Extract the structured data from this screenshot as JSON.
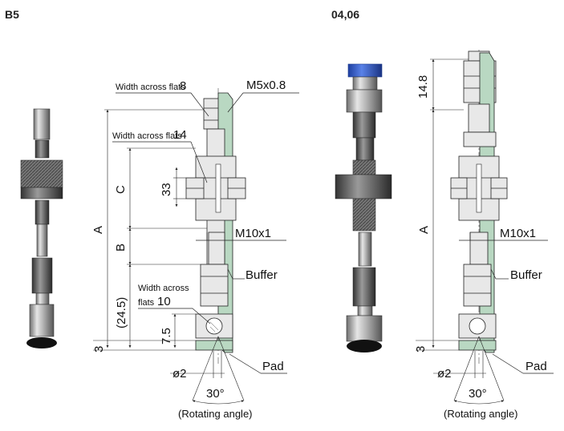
{
  "left": {
    "title": "B5",
    "labels": {
      "waf8": "Width across flats",
      "waf8_val": "8",
      "thread_top": "M5x0.8",
      "waf14": "Width across flats",
      "waf14_val": "14",
      "dim_33": "33",
      "dim_c": "C",
      "dim_a": "A",
      "dim_b": "B",
      "thread_mid": "M10x1",
      "buffer": "Buffer",
      "waf10_line1": "Width across",
      "waf10_line2": "flats",
      "waf10_val": "10",
      "dim_245": "(24.5)",
      "dim_75": "7.5",
      "dim_3": "3",
      "pad": "Pad",
      "dia": "ø2",
      "angle": "30°",
      "rotating": "(Rotating angle)"
    }
  },
  "right": {
    "title": "04,06",
    "labels": {
      "dim_148": "14.8",
      "dim_a": "A",
      "thread_mid": "M10x1",
      "buffer": "Buffer",
      "dim_3": "3",
      "pad": "Pad",
      "dia": "ø2",
      "angle": "30°",
      "rotating": "(Rotating angle)"
    }
  }
}
